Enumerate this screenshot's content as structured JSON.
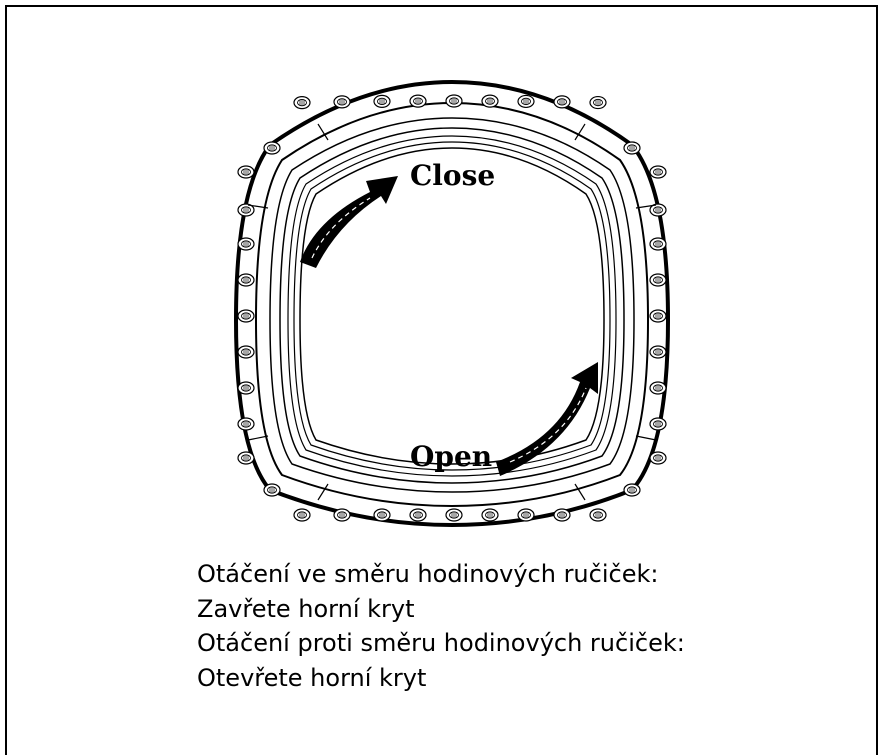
{
  "diagram": {
    "close_label": "Close",
    "open_label": "Open"
  },
  "caption": {
    "line1": "Otáčení ve směru hodinových ručiček:",
    "line2": "Zavřete horní kryt",
    "line3": "Otáčení proti směru hodinových ručiček:",
    "line4": "Otevřete horní kryt"
  }
}
